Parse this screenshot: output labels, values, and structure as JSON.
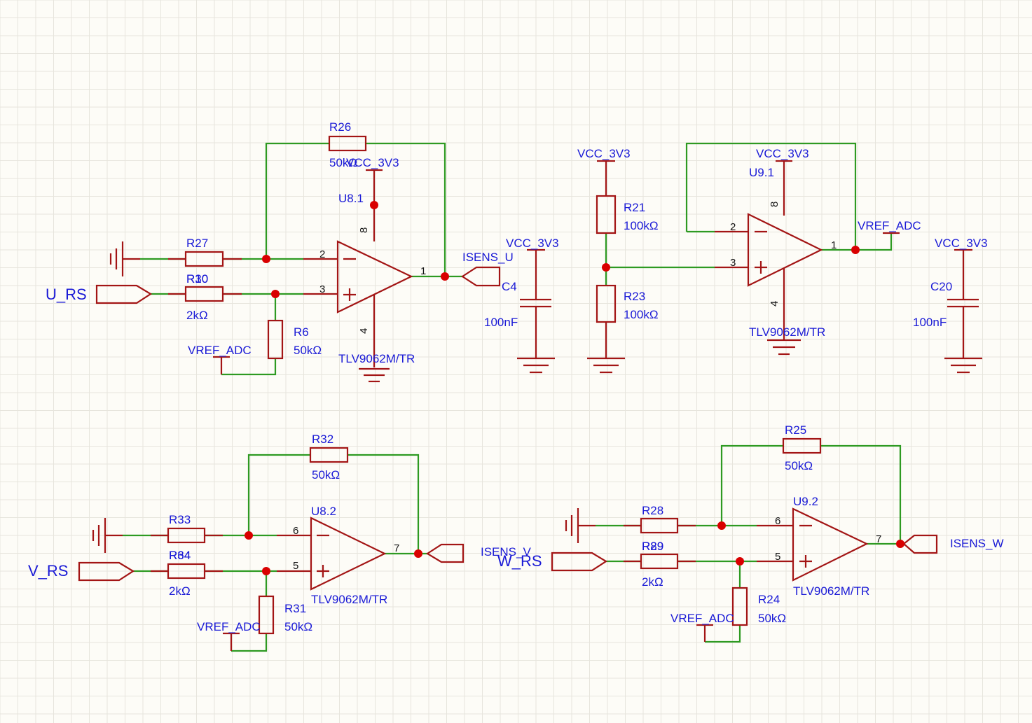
{
  "nets": {
    "vcc": "VCC_3V3",
    "vref": "VREF_ADC",
    "u_rs": "U_RS",
    "v_rs": "V_RS",
    "w_rs": "W_RS",
    "isens_u": "ISENS_U",
    "isens_v": "ISENS_V",
    "isens_w": "ISENS_W"
  },
  "components": {
    "r26": {
      "ref": "R26",
      "value": "50kΩ"
    },
    "r27": {
      "ref": "R27"
    },
    "r30": {
      "ref": "R30",
      "ref_overlap": "R10",
      "value": "2kΩ"
    },
    "r6": {
      "ref": "R6",
      "value": "50kΩ"
    },
    "u8_1": {
      "ref": "U8.1",
      "part": "TLV9062M/TR"
    },
    "c4": {
      "ref": "C4",
      "value": "100nF"
    },
    "r21": {
      "ref": "R21",
      "value": "100kΩ"
    },
    "r23": {
      "ref": "R23",
      "value": "100kΩ"
    },
    "u9_1": {
      "ref": "U9.1",
      "part": "TLV9062M/TR"
    },
    "c20": {
      "ref": "C20",
      "value": "100nF"
    },
    "r32": {
      "ref": "R32",
      "value": "50kΩ"
    },
    "r33": {
      "ref": "R33"
    },
    "r34": {
      "ref": "R34",
      "ref_overlap": "R64",
      "value": "2kΩ"
    },
    "r31": {
      "ref": "R31",
      "value": "50kΩ"
    },
    "u8_2": {
      "ref": "U8.2",
      "part": "TLV9062M/TR"
    },
    "r25": {
      "ref": "R25",
      "value": "50kΩ"
    },
    "r28": {
      "ref": "R28"
    },
    "r29": {
      "ref": "R29",
      "ref_overlap": "R89",
      "value": "2kΩ"
    },
    "r24": {
      "ref": "R24",
      "value": "50kΩ"
    },
    "u9_2": {
      "ref": "U9.2",
      "part": "TLV9062M/TR"
    }
  },
  "pins": {
    "p1": "1",
    "p2": "2",
    "p3": "3",
    "p4": "4",
    "p5": "5",
    "p6": "6",
    "p7": "7",
    "p8": "8"
  }
}
